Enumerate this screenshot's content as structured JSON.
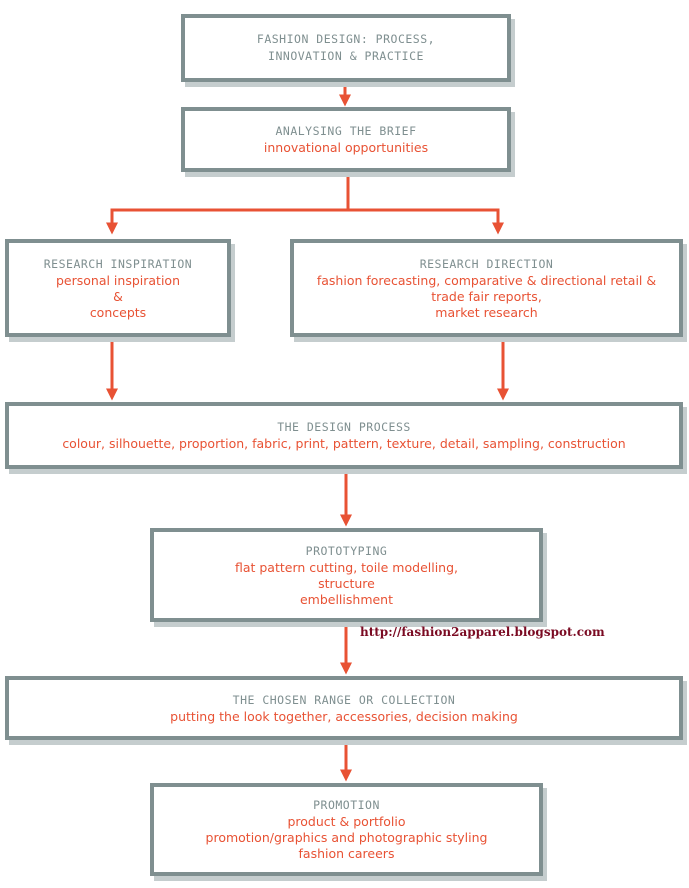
{
  "colors": {
    "box_border": "#7f8f90",
    "heading_text": "#7f8f90",
    "detail_text": "#e85234",
    "arrow": "#e85234",
    "url_text": "#7a0a22"
  },
  "title": {
    "line1": "FASHION DESIGN: PROCESS,",
    "line2": "INNOVATION & PRACTICE"
  },
  "brief": {
    "heading": "ANALYSING THE BRIEF",
    "detail": "innovational opportunities"
  },
  "inspiration": {
    "heading": "RESEARCH INSPIRATION",
    "line1": "personal inspiration",
    "line2": "&",
    "line3": "concepts"
  },
  "direction": {
    "heading": "RESEARCH DIRECTION",
    "line1": "fashion forecasting, comparative & directional retail &",
    "line2": "trade fair reports,",
    "line3": "market research"
  },
  "design": {
    "heading": "THE DESIGN PROCESS",
    "detail": "colour, silhouette, proportion, fabric, print, pattern, texture, detail, sampling, construction"
  },
  "prototyping": {
    "heading": "PROTOTYPING",
    "line1": "flat pattern cutting, toile modelling,",
    "line2": "structure",
    "line3": "embellishment"
  },
  "url": "http://fashion2apparel.blogspot.com",
  "range": {
    "heading": "THE CHOSEN RANGE OR COLLECTION",
    "detail": "putting the look together, accessories, decision making"
  },
  "promotion": {
    "heading": "PROMOTION",
    "line1": "product & portfolio",
    "line2": "promotion/graphics and photographic styling",
    "line3": "fashion careers"
  }
}
